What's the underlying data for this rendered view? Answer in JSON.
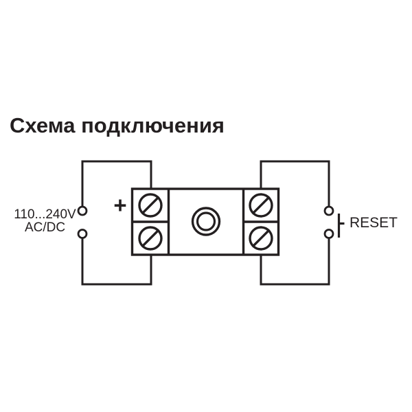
{
  "colors": {
    "background": "#ffffff",
    "line": "#231f20"
  },
  "title": "Схема подключения",
  "diagram": {
    "power_label": {
      "line1": "110...240V",
      "line2": "AC/DC"
    },
    "polarity_label": "+",
    "reset_label": "RESET",
    "icons": {
      "screw_terminal": "circle-with-slash",
      "indicator_ring": "double-circle",
      "push_button": "normally-open-push-button",
      "terminal": "open-circle"
    }
  }
}
